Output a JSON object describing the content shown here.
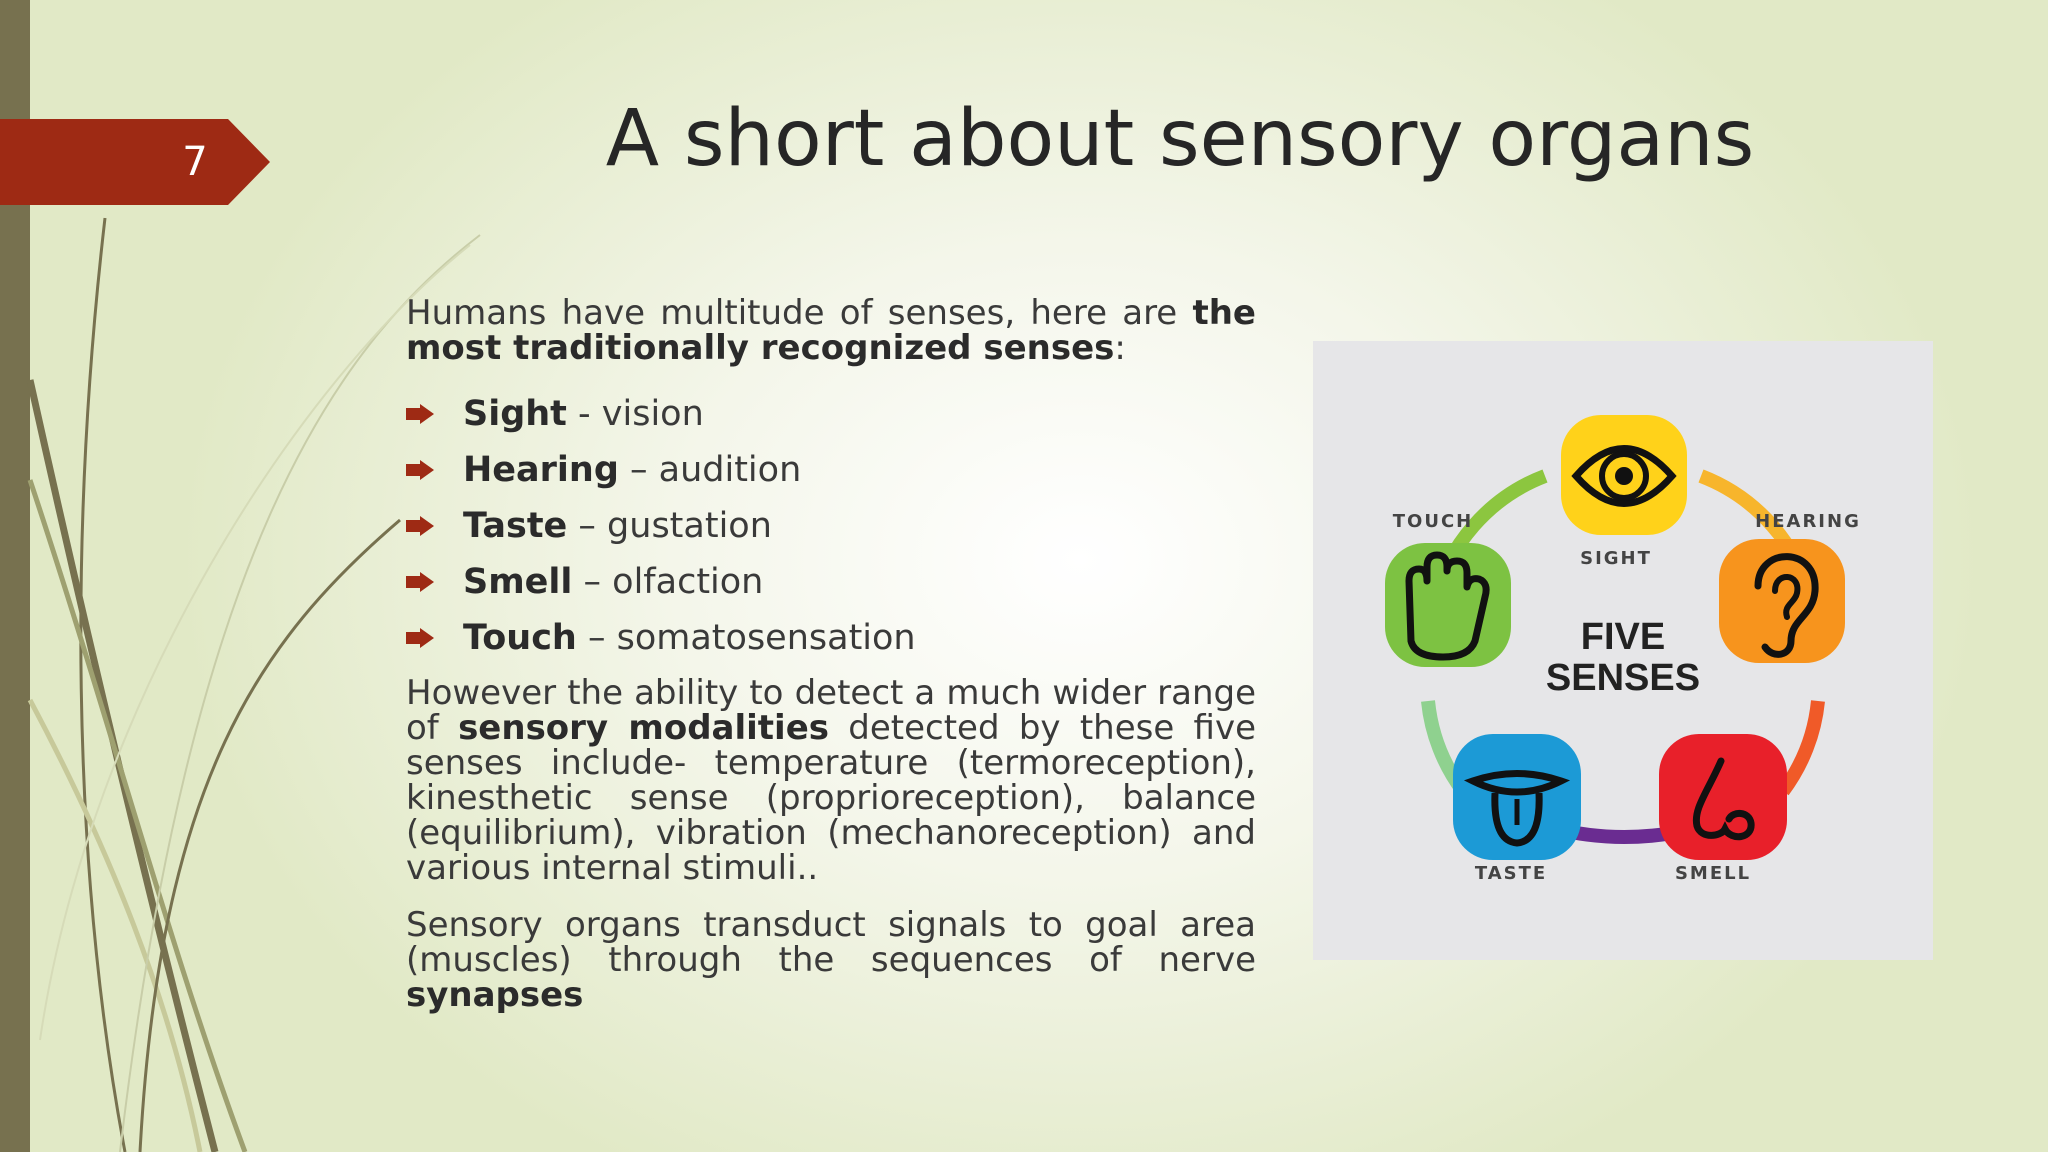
{
  "slide": {
    "number": "7",
    "title": "A short about sensory organs"
  },
  "intro": {
    "prefix": "Humans have multitude of senses, here are ",
    "bold": "the most traditionally recognized senses",
    "suffix": ":"
  },
  "senses": [
    {
      "name": "Sight",
      "desc": " - vision"
    },
    {
      "name": "Hearing",
      "desc": " – audition"
    },
    {
      "name": "Taste",
      "desc": " – gustation"
    },
    {
      "name": "Smell",
      "desc": " – olfaction"
    },
    {
      "name": "Touch",
      "desc": " – somatosensation"
    }
  ],
  "para2": {
    "prefix": "However the ability to detect a much wider range of ",
    "bold": "sensory modalities",
    "suffix": " detected by these five senses include- temperature (termoreception), kinesthetic sense (proprioreception), balance (equilibrium), vibration (mechanoreception) and various internal stimuli.."
  },
  "para3": {
    "prefix": "Sensory organs transduct signals to goal area (muscles) through the sequences of nerve ",
    "bold": "synapses"
  },
  "figure": {
    "center_line1": "FIVE",
    "center_line2": "SENSES",
    "labels": {
      "sight": "SIGHT",
      "hearing": "HEARING",
      "smell": "SMELL",
      "taste": "TASTE",
      "touch": "TOUCH"
    }
  },
  "colors": {
    "tag": "#9e2a14",
    "left_bar": "#77714f",
    "bullet": "#9e2a14"
  },
  "icons": [
    "eye-icon",
    "ear-icon",
    "nose-icon",
    "tongue-icon",
    "hand-icon",
    "arrow-bullet-icon"
  ]
}
